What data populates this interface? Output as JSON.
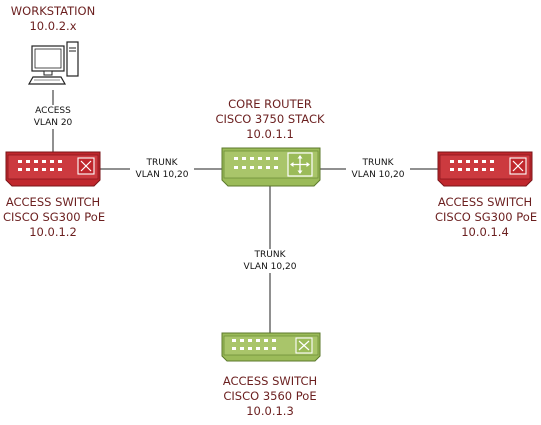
{
  "workstation": {
    "name": "WORKSTATION",
    "ip": "10.0.2.x"
  },
  "core_router": {
    "title": "CORE ROUTER",
    "model": "CISCO 3750 STACK",
    "ip": "10.0.1.1"
  },
  "switch_left": {
    "title": "ACCESS SWITCH",
    "model": "CISCO SG300 PoE",
    "ip": "10.0.1.2"
  },
  "switch_right": {
    "title": "ACCESS SWITCH",
    "model": "CISCO SG300 PoE",
    "ip": "10.0.1.4"
  },
  "switch_bottom": {
    "title": "ACCESS SWITCH",
    "model": "CISCO 3560 PoE",
    "ip": "10.0.1.3"
  },
  "links": {
    "ws_left": {
      "mode": "ACCESS",
      "vlan": "VLAN 20"
    },
    "left_core": {
      "mode": "TRUNK",
      "vlan": "VLAN 10,20"
    },
    "core_right": {
      "mode": "TRUNK",
      "vlan": "VLAN 10,20"
    },
    "core_bottom": {
      "mode": "TRUNK",
      "vlan": "VLAN 10,20"
    }
  },
  "colors": {
    "red_switch": "#c0272d",
    "green_switch": "#9bbb59",
    "label_text": "#6b1f1f"
  }
}
